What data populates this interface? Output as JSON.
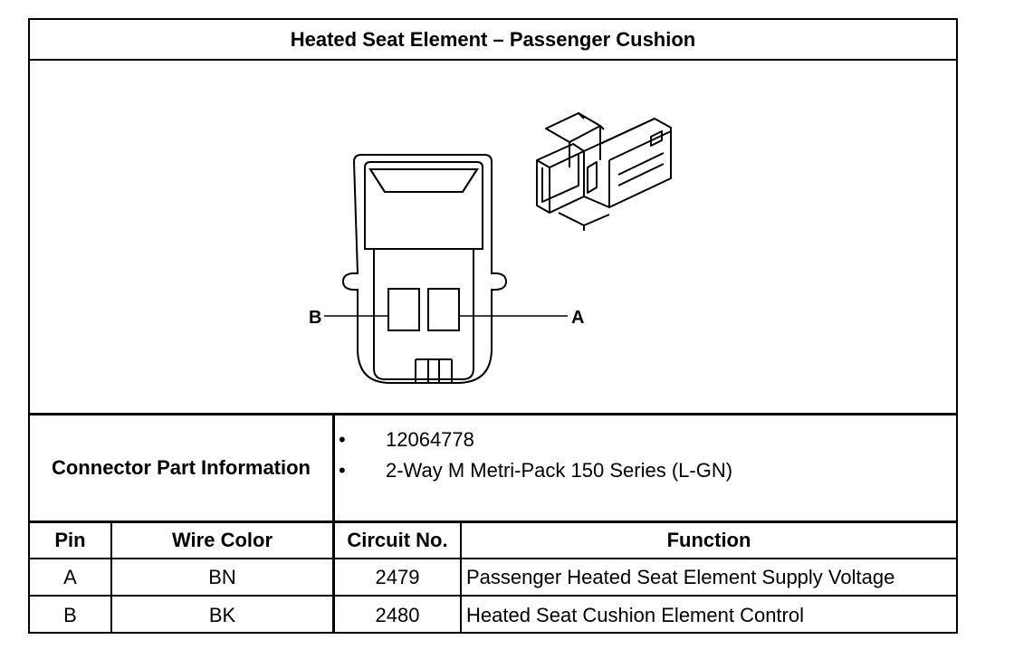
{
  "title": "Heated Seat Element – Passenger Cushion",
  "figure": {
    "callouts": {
      "pin_b": "B",
      "pin_a": "A"
    },
    "icons": [
      "connector-face-icon",
      "connector-3d-icon"
    ]
  },
  "connector_info": {
    "label": "Connector Part Information",
    "items": [
      "12064778",
      "2-Way M Metri-Pack 150 Series (L-GN)"
    ],
    "bullet": "•"
  },
  "pin_table": {
    "headers": {
      "pin": "Pin",
      "wire_color": "Wire Color",
      "circuit_no": "Circuit No.",
      "function": "Function"
    },
    "rows": [
      {
        "pin": "A",
        "wire_color": "BN",
        "circuit_no": "2479",
        "function": "Passenger Heated Seat Element Supply Voltage"
      },
      {
        "pin": "B",
        "wire_color": "BK",
        "circuit_no": "2480",
        "function": "Heated Seat Cushion Element Control"
      }
    ]
  }
}
